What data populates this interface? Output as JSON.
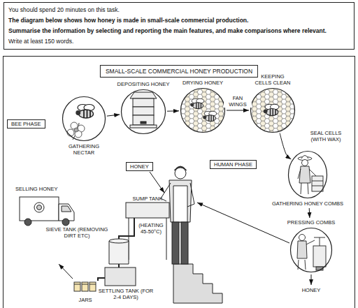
{
  "diagram": {
    "title": "SMALL-SCALE COMMERCIAL HONEY PRODUCTION",
    "nodes": [
      {
        "text": [
          "You should spend 20 minutes on this task.",
          "The diagram below shows how honey is made in small-scale commercial production.",
          "Summarise the information by selecting and reporting the main features, and make comparisons where relevant.",
          "Write at least 150 words."
        ]
      },
      {
        "text": [
          "BEE PHASE"
        ]
      },
      {
        "text": [
          "GATHERING NECTAR"
        ]
      },
      {
        "text": [
          "DEPOSITING HONEY"
        ]
      },
      {
        "text": [
          "DRYING HONEY"
        ]
      },
      {
        "text": [
          "KEEPING CELLS CLEAN"
        ]
      },
      {
        "text": [
          "GATHERING HONEY COMBS"
        ]
      },
      {
        "text": [
          "HUMAN PHASE"
        ]
      },
      {
        "text": [
          "HONEY"
        ]
      },
      {
        "text": [
          "PRESSING COMBS"
        ]
      }
    ],
    "edges": [
      {
        "from": 2,
        "to": 3,
        "arrow": "to"
      },
      {
        "from": 3,
        "to": 4,
        "arrow": "to"
      },
      {
        "from": 4,
        "to": 5,
        "label": "FAN WINGS",
        "arrow": "to"
      },
      {
        "from": 5,
        "to": 6,
        "arrow": "to"
      },
      {
        "from": 6,
        "to": 9,
        "arrow": "to"
      }
    ],
    "labels": [
      "SEAL CELLS (WITH WAX)",
      "HONEY",
      "SUMP TANK",
      "(HEATING 45-50°C)",
      "SIEVE TANK (REMOVING DIRT ETC)",
      "SETTLING TANK (FOR 2-4 DAYS)",
      "JARS",
      "SELLING HONEY"
    ]
  }
}
